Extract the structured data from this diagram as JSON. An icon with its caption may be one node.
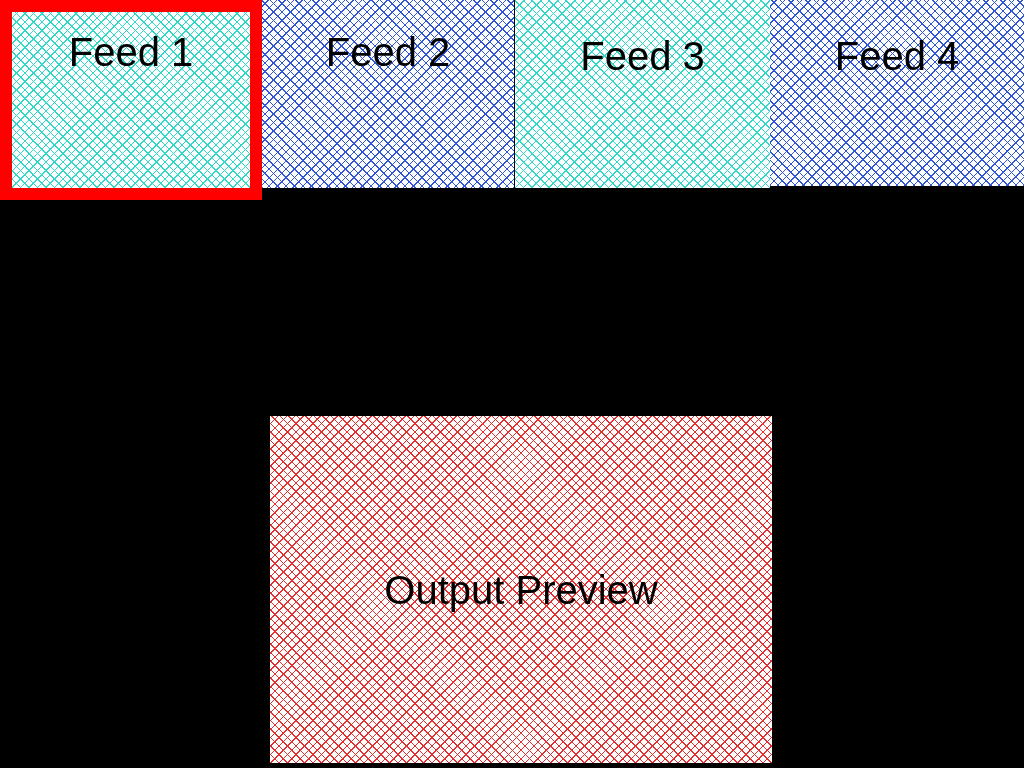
{
  "diagram": {
    "nodes": [
      {
        "text": [
          "Feed 1"
        ]
      },
      {
        "text": [
          "Feed 2"
        ]
      },
      {
        "text": [
          "Feed 3"
        ]
      },
      {
        "text": [
          "Feed 4"
        ]
      },
      {
        "text": [
          "Output Preview"
        ]
      }
    ]
  }
}
